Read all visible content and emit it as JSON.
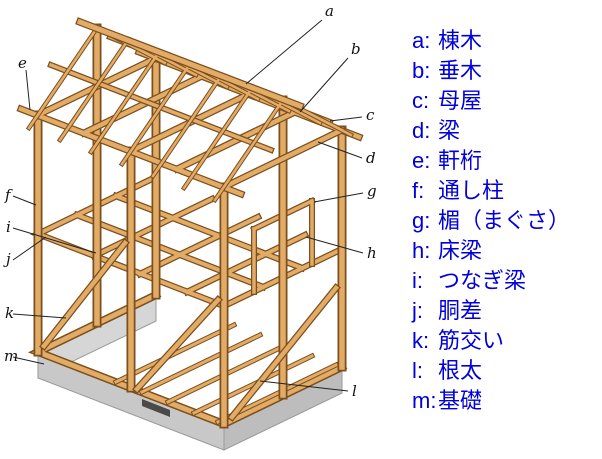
{
  "diagram": {
    "marks": [
      "a",
      "b",
      "c",
      "d",
      "e",
      "f",
      "g",
      "h",
      "i",
      "j",
      "k",
      "l",
      "m"
    ]
  },
  "legend": {
    "items": [
      {
        "key": "a:",
        "label": "棟木"
      },
      {
        "key": "b:",
        "label": "垂木"
      },
      {
        "key": "c:",
        "label": "母屋"
      },
      {
        "key": "d:",
        "label": "梁"
      },
      {
        "key": "e:",
        "label": "軒桁"
      },
      {
        "key": "f:",
        "label": "通し柱"
      },
      {
        "key": "g:",
        "label": "楣（まぐさ）"
      },
      {
        "key": "h:",
        "label": "床梁"
      },
      {
        "key": "i:",
        "label": "つなぎ梁"
      },
      {
        "key": "j:",
        "label": "胴差"
      },
      {
        "key": "k:",
        "label": "筋交い"
      },
      {
        "key": "l:",
        "label": "根太"
      },
      {
        "key": "m:",
        "label": "基礎"
      }
    ],
    "text_color": "#0000dd"
  },
  "colors": {
    "wood_light": "#e2ab66",
    "wood_dark": "#7c4f1f",
    "foundation_gray": "#c8c8c8",
    "vent_dark": "#4a4a4a",
    "background": "#ffffff"
  }
}
